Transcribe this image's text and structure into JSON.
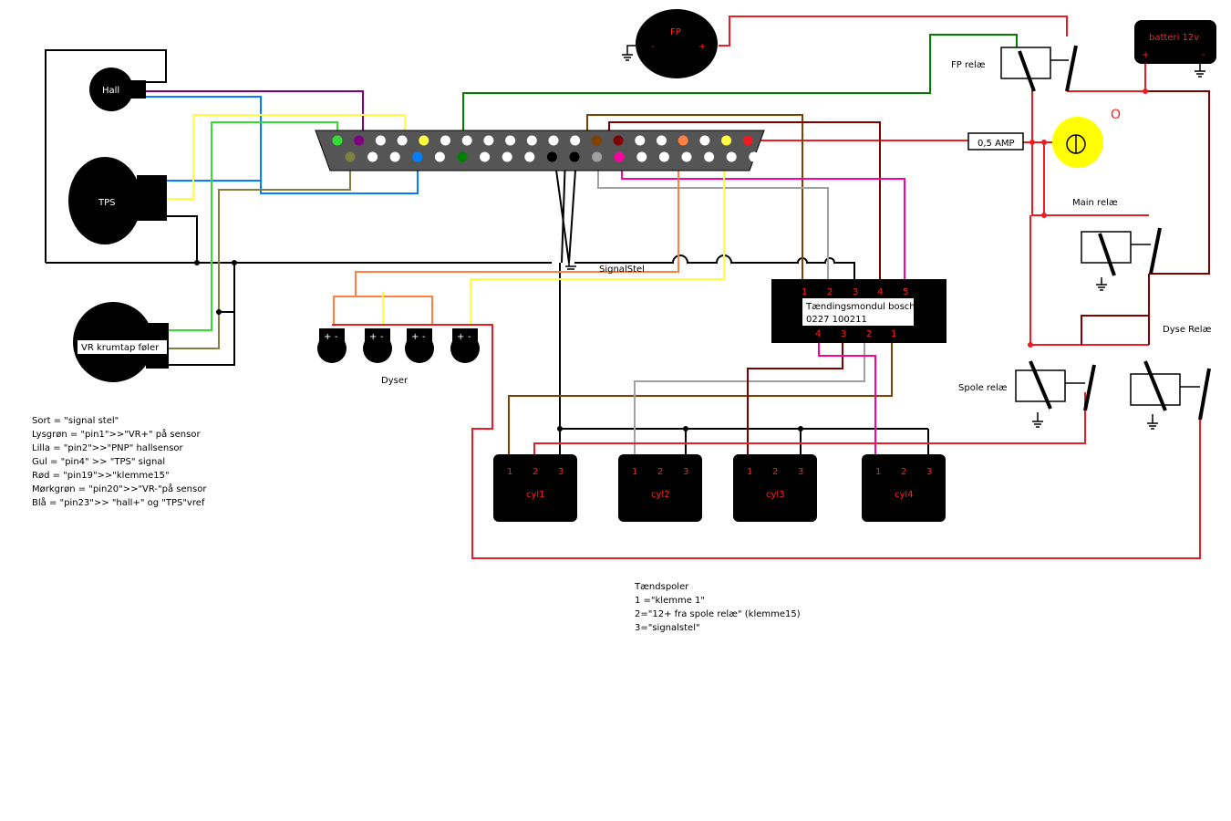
{
  "components": {
    "fuel_pump": {
      "label": "FP",
      "minus": "-",
      "plus": "+"
    },
    "fp_relay": {
      "label": "FP relæ"
    },
    "battery": {
      "label": "batteri 12v",
      "plus": "+",
      "minus": "-"
    },
    "fuse": {
      "label": "0,5 AMP"
    },
    "lamp_circle": {
      "label": "O"
    },
    "main_relay": {
      "label": "Main relæ"
    },
    "coil_relay": {
      "label": "Spole relæ"
    },
    "injector_relay": {
      "label": "Dyse Relæ"
    },
    "hall_sensor": {
      "label": "Hall"
    },
    "tps": {
      "label": "TPS"
    },
    "vr_sensor": {
      "label": "VR krumtap føler"
    },
    "signal_ground": {
      "label": "SignalStel"
    },
    "injectors": {
      "label": "Dyser",
      "plus": "+",
      "minus": "-"
    },
    "ignition_module": {
      "name": "Tændingsmondul bosch",
      "part": "0227 100211",
      "top_pins": [
        "1",
        "2",
        "3",
        "4",
        "5"
      ],
      "bottom_pins": [
        "4",
        "3",
        "2",
        "1"
      ]
    },
    "coils": [
      {
        "label": "cyl1",
        "pins": [
          "1",
          "2",
          "3"
        ]
      },
      {
        "label": "cyl2",
        "pins": [
          "1",
          "2",
          "3"
        ]
      },
      {
        "label": "cyl3",
        "pins": [
          "1",
          "2",
          "3"
        ]
      },
      {
        "label": "cyl4",
        "pins": [
          "1",
          "2",
          "3"
        ]
      }
    ]
  },
  "wire_legend": [
    "Sort = \"signal stel\"",
    "Lysgrøn = \"pin1\">>\"VR+\" på sensor",
    "Lilla = \"pin2\">>\"PNP\" hallsensor",
    "Gul = \"pin4\" >> \"TPS\" signal",
    "Rød = \"pin19\">>\"klemme15\"",
    "Mørkgrøn = \"pin20\">>\"VR-\"på sensor",
    "Blå = \"pin23\">> \"hall+\" og \"TPS\"vref"
  ],
  "coil_legend": [
    "Tændspoler",
    "1 =\"klemme 1\"",
    "2=\"12+ fra spole relæ\" (klemme15)",
    "3=\"signalstel\""
  ],
  "colors": {
    "black": "#000000",
    "red": "#ed1c24",
    "green": "#22b14c",
    "dark_green": "#008000",
    "light_green": "#33dd33",
    "purple": "#800080",
    "yellow": "#ffff40",
    "blue": "#0080ff",
    "brown": "#804000",
    "dark_red": "#800000",
    "orange": "#ff8040",
    "gray": "#a0a0a0",
    "magenta": "#ff00a0",
    "khaki": "#808040",
    "connector_gray": "#555555",
    "lamp": "#ffff00"
  }
}
